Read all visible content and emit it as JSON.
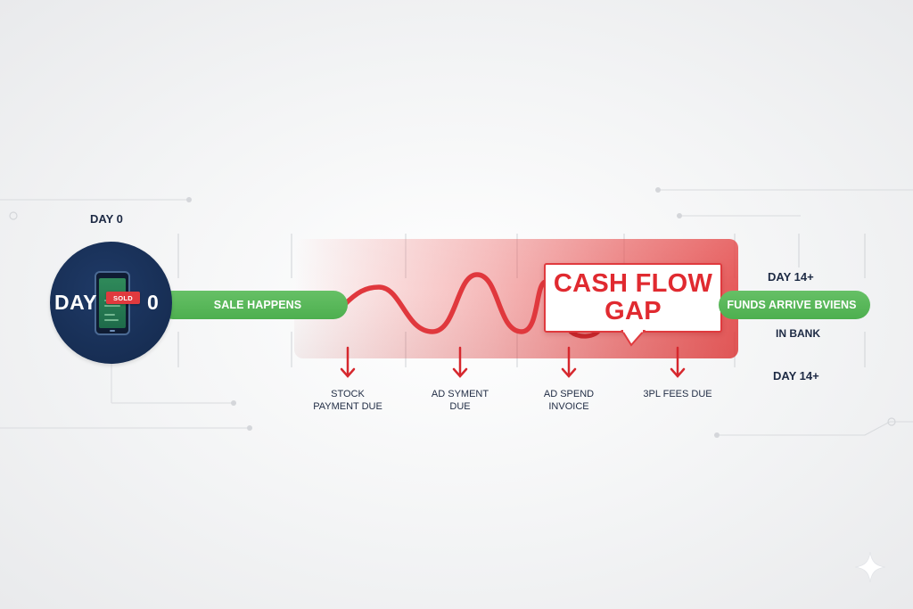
{
  "day0_top_label": "DAY 0",
  "circle": {
    "day_word": "DAY",
    "day_number": "0",
    "phone_badge": "SOLD",
    "phone_icon": "smartphone-icon"
  },
  "sale_bar": {
    "label": "SALE HAPPENS"
  },
  "callout": {
    "title": "CASH FLOW\nGAP"
  },
  "events": [
    {
      "label": "STOCK\nPAYMENT DUE"
    },
    {
      "label": "AD SYMENT\nDUE"
    },
    {
      "label": "AD SPEND\nINVOICE"
    },
    {
      "label": "3PL FEES DUE"
    }
  ],
  "funds": {
    "top_label": "DAY 14+",
    "bar_label": "FUNDS ARRIVE BVIENS",
    "sub_label": "IN BANK",
    "bottom_label": "DAY 14+"
  },
  "colors": {
    "navy": "#172e54",
    "green": "#4daf4f",
    "red": "#e03a3e",
    "arrow_red": "#d6282e"
  },
  "icons": {
    "event_arrow": "arrow-down-icon",
    "sparkle": "sparkle-icon"
  }
}
